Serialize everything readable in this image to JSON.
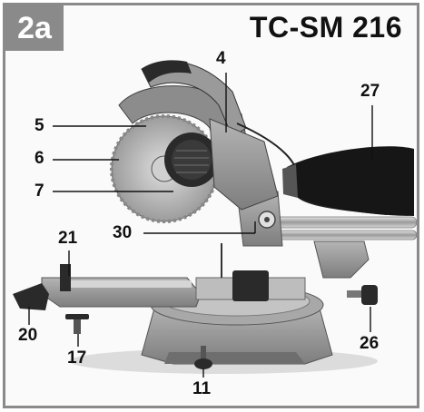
{
  "figure": {
    "badge": "2a",
    "model": "TC-SM 216"
  },
  "callouts": [
    {
      "id": "c4",
      "text": "4"
    },
    {
      "id": "c5",
      "text": "5"
    },
    {
      "id": "c6",
      "text": "6"
    },
    {
      "id": "c7",
      "text": "7"
    },
    {
      "id": "c27",
      "text": "27"
    },
    {
      "id": "c30",
      "text": "30"
    },
    {
      "id": "c21",
      "text": "21"
    },
    {
      "id": "c20",
      "text": "20"
    },
    {
      "id": "c17",
      "text": "17"
    },
    {
      "id": "c26",
      "text": "26"
    },
    {
      "id": "c11",
      "text": "11"
    }
  ],
  "colors": {
    "frame": "#8a8a8a",
    "machine_body": "#9a9a9a",
    "machine_dark": "#2a2a2a",
    "blade": "#c8c8c8"
  }
}
